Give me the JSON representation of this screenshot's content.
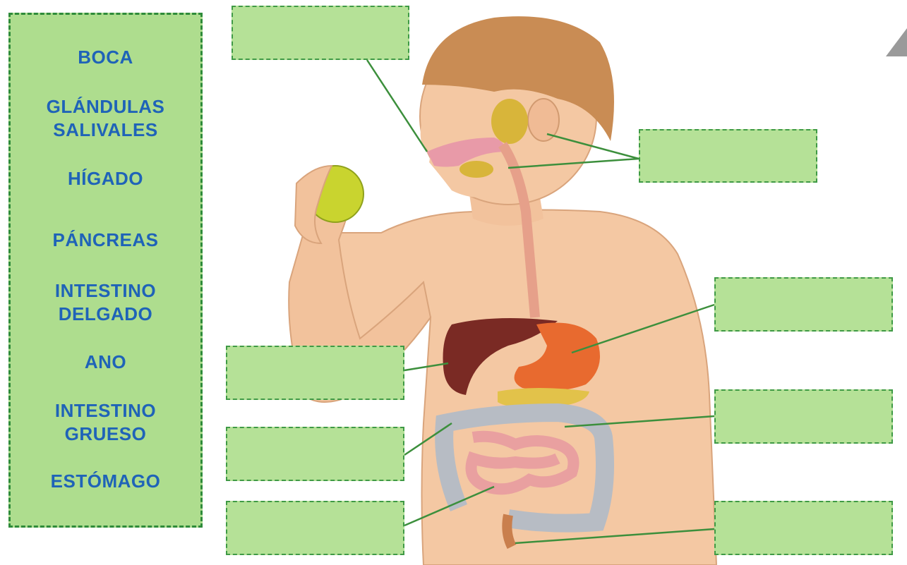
{
  "word_bank": {
    "items": [
      {
        "lines": [
          "BOCA"
        ]
      },
      {
        "lines": [
          "GLÁNDULAS",
          "SALIVALES"
        ]
      },
      {
        "lines": [
          "HÍGADO"
        ]
      },
      {
        "lines": [
          "PÁNCREAS"
        ]
      },
      {
        "lines": [
          "INTESTINO",
          "DELGADO"
        ]
      },
      {
        "lines": [
          "ANO"
        ]
      },
      {
        "lines": [
          "INTESTINO",
          "GRUESO"
        ]
      },
      {
        "lines": [
          "ESTÓMAGO"
        ]
      }
    ]
  },
  "label_boxes": [
    {
      "id": "mouth",
      "value": ""
    },
    {
      "id": "salivary-glands",
      "value": ""
    },
    {
      "id": "stomach",
      "value": ""
    },
    {
      "id": "liver",
      "value": ""
    },
    {
      "id": "large-intestine",
      "value": ""
    },
    {
      "id": "pancreas",
      "value": ""
    },
    {
      "id": "small-intestine",
      "value": ""
    },
    {
      "id": "anus",
      "value": ""
    }
  ],
  "colors": {
    "panel": "#aedd8e",
    "panel_border": "#2e8b3a",
    "box": "#b5e197",
    "box_border": "#3f9a45",
    "text": "#1f63b8",
    "skin": "#f4c8a3",
    "hair": "#c98c54",
    "leader_line": "#3c8f3c"
  }
}
